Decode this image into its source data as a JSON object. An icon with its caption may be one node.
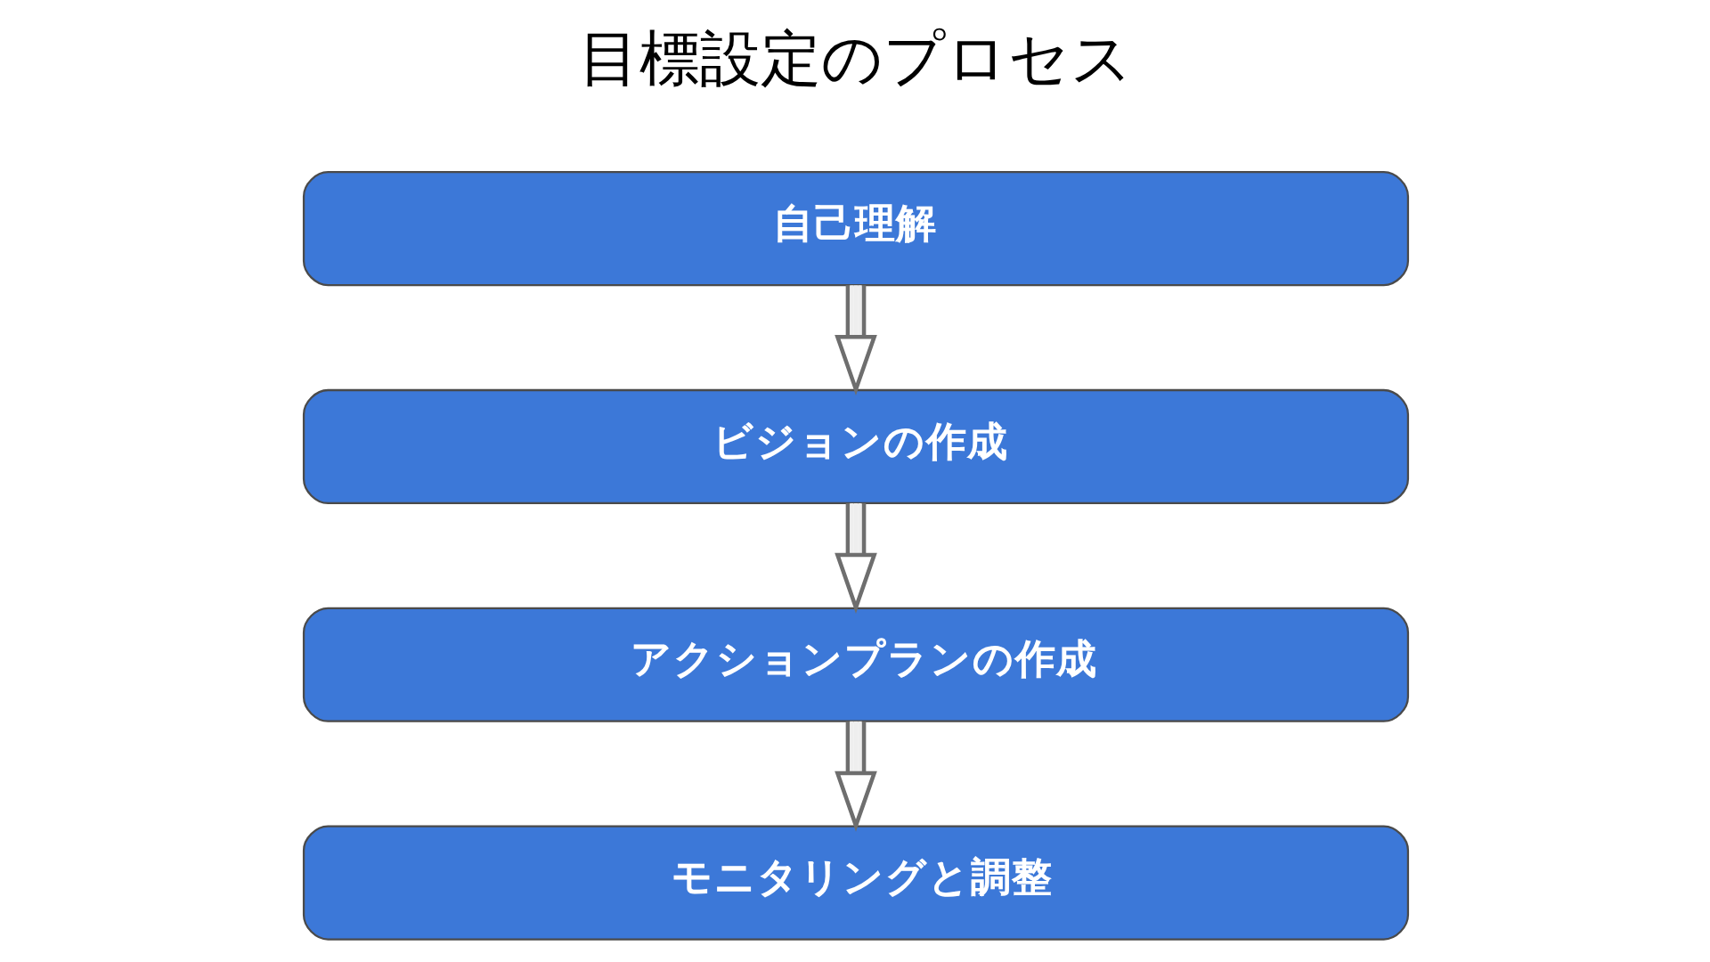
{
  "diagram": {
    "title": "目標設定のプロセス",
    "nodes": [
      {
        "text": [
          "自己理解"
        ]
      },
      {
        "text": [
          "ビジョンの作成"
        ]
      },
      {
        "text": [
          "アクションプランの作成"
        ]
      },
      {
        "text": [
          "モニタリングと調整"
        ]
      }
    ],
    "edges": [
      {
        "from": 0,
        "to": 1,
        "arrow": "to"
      },
      {
        "from": 1,
        "to": 2,
        "arrow": "to"
      },
      {
        "from": 2,
        "to": 3,
        "arrow": "to"
      }
    ]
  }
}
